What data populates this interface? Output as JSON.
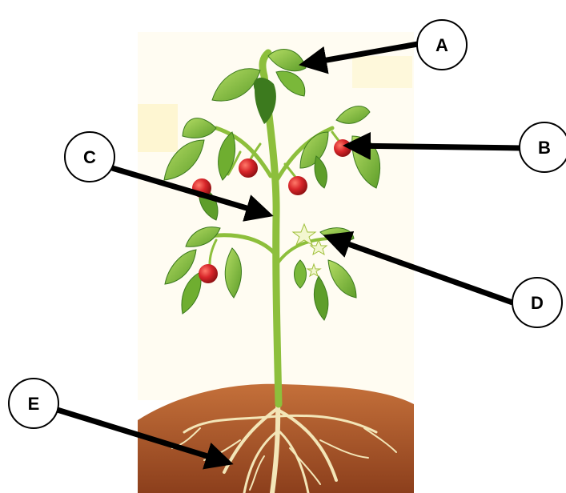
{
  "labels": [
    {
      "id": "a",
      "text": "A",
      "points_to": "leaf"
    },
    {
      "id": "b",
      "text": "B",
      "points_to": "fruit"
    },
    {
      "id": "c",
      "text": "C",
      "points_to": "stem"
    },
    {
      "id": "d",
      "text": "D",
      "points_to": "flower"
    },
    {
      "id": "e",
      "text": "E",
      "points_to": "root"
    }
  ],
  "colors": {
    "leaf": "#8cc63f",
    "leaf_dark": "#3c7a1e",
    "stem": "#8dbf3c",
    "fruit": "#d8262a",
    "soil": "#b85a2a",
    "root": "#f3e6b8",
    "flower": "#f3f7d0",
    "arrow": "#000000"
  }
}
